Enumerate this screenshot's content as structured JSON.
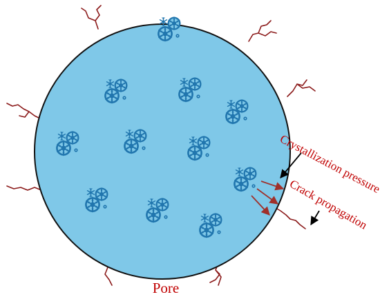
{
  "labels": {
    "crystallization": "Crystallization pressure",
    "crack": "Crack propagation",
    "pore": "Pore"
  },
  "colors": {
    "pore_fill": "#7fc8e8",
    "pore_outline": "#111111",
    "crystal": "#2176ae",
    "crack": "#8b1a1a",
    "crack_highlight": "#6a8f3a",
    "pressure_arrow": "#a0302a",
    "label": "#c00000",
    "pointer": "#000000"
  },
  "icons": {
    "crystal_cluster": "snowflake-cluster-icon"
  }
}
